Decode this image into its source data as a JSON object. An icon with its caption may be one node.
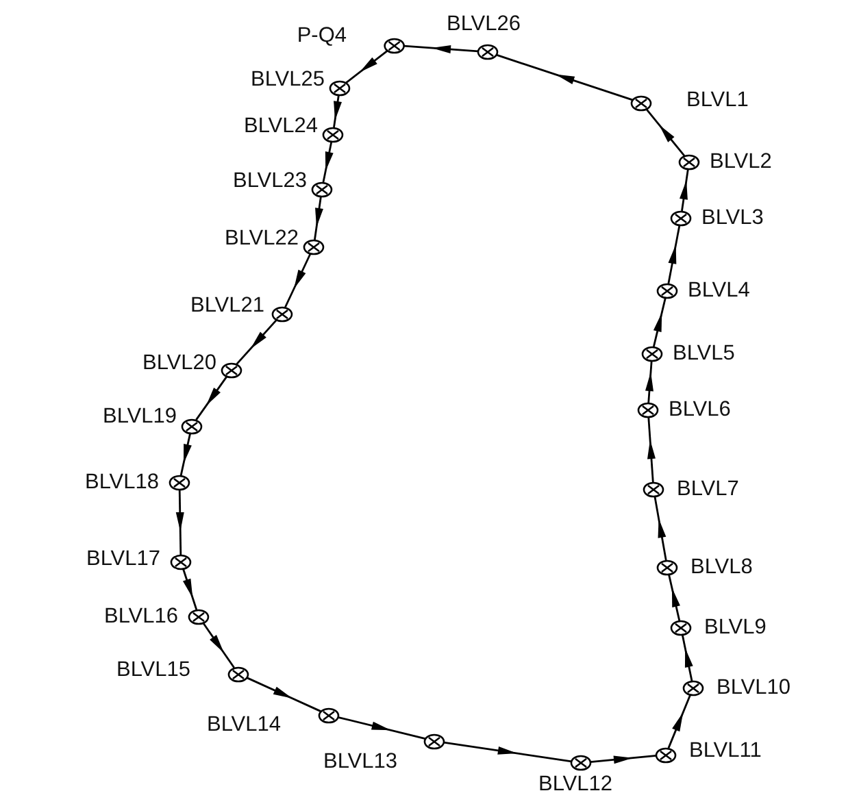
{
  "diagram": {
    "nodes": [
      {
        "text": [
          "BLVL1"
        ]
      },
      {
        "text": [
          "BLVL2"
        ]
      },
      {
        "text": [
          "BLVL3"
        ]
      },
      {
        "text": [
          "BLVL4"
        ]
      },
      {
        "text": [
          "BLVL5"
        ]
      },
      {
        "text": [
          "BLVL6"
        ]
      },
      {
        "text": [
          "BLVL7"
        ]
      },
      {
        "text": [
          "BLVL8"
        ]
      },
      {
        "text": [
          "BLVL9"
        ]
      },
      {
        "text": [
          "BLVL10"
        ]
      },
      {
        "text": [
          "BLVL11"
        ]
      },
      {
        "text": [
          "BLVL12"
        ]
      },
      {
        "text": [
          "BLVL13"
        ]
      },
      {
        "text": [
          "BLVL14"
        ]
      },
      {
        "text": [
          "BLVL15"
        ]
      },
      {
        "text": [
          "BLVL16"
        ]
      },
      {
        "text": [
          "BLVL17"
        ]
      },
      {
        "text": [
          "BLVL18"
        ]
      },
      {
        "text": [
          "BLVL19"
        ]
      },
      {
        "text": [
          "BLVL20"
        ]
      },
      {
        "text": [
          "BLVL21"
        ]
      },
      {
        "text": [
          "BLVL22"
        ]
      },
      {
        "text": [
          "BLVL23"
        ]
      },
      {
        "text": [
          "BLVL24"
        ]
      },
      {
        "text": [
          "BLVL25"
        ]
      },
      {
        "text": [
          "BLVL26"
        ]
      },
      {
        "text": [
          "P-Q4"
        ]
      }
    ],
    "edges": [
      {
        "from": 10,
        "to": 9,
        "arrow": "to"
      },
      {
        "from": 9,
        "to": 8,
        "arrow": "to"
      },
      {
        "from": 8,
        "to": 7,
        "arrow": "to"
      },
      {
        "from": 7,
        "to": 6,
        "arrow": "to"
      },
      {
        "from": 6,
        "to": 5,
        "arrow": "to"
      },
      {
        "from": 5,
        "to": 4,
        "arrow": "to"
      },
      {
        "from": 4,
        "to": 3,
        "arrow": "to"
      },
      {
        "from": 3,
        "to": 2,
        "arrow": "to"
      },
      {
        "from": 2,
        "to": 1,
        "arrow": "to"
      },
      {
        "from": 1,
        "to": 0,
        "arrow": "to"
      },
      {
        "from": 0,
        "to": 25,
        "arrow": "to"
      },
      {
        "from": 25,
        "to": 26,
        "arrow": "to"
      },
      {
        "from": 26,
        "to": 24,
        "arrow": "to"
      },
      {
        "from": 24,
        "to": 23,
        "arrow": "to"
      },
      {
        "from": 23,
        "to": 22,
        "arrow": "to"
      },
      {
        "from": 22,
        "to": 21,
        "arrow": "to"
      },
      {
        "from": 21,
        "to": 20,
        "arrow": "to"
      },
      {
        "from": 20,
        "to": 19,
        "arrow": "to"
      },
      {
        "from": 19,
        "to": 18,
        "arrow": "to"
      },
      {
        "from": 18,
        "to": 17,
        "arrow": "to"
      },
      {
        "from": 17,
        "to": 16,
        "arrow": "to"
      },
      {
        "from": 16,
        "to": 15,
        "arrow": "to"
      },
      {
        "from": 15,
        "to": 14,
        "arrow": "to"
      },
      {
        "from": 14,
        "to": 13,
        "arrow": "to"
      },
      {
        "from": 13,
        "to": 12,
        "arrow": "to"
      },
      {
        "from": 12,
        "to": 11,
        "arrow": "to"
      },
      {
        "from": 11,
        "to": 10,
        "arrow": "to"
      }
    ]
  }
}
